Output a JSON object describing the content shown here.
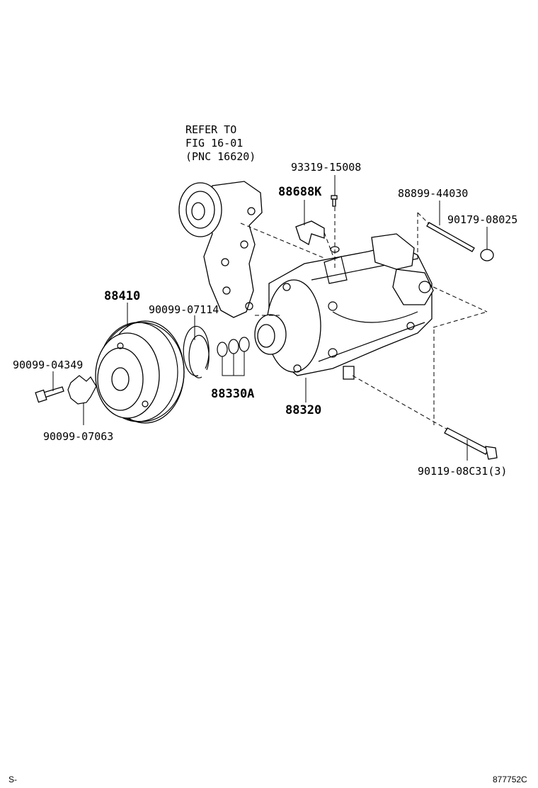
{
  "refer": {
    "line1": "REFER TO",
    "line2": "FIG 16-01",
    "line3": "(PNC 16620)"
  },
  "labels": {
    "p93319": "93319-15008",
    "p88688K": "88688K",
    "p88899": "88899-44030",
    "p90179": "90179-08025",
    "p88410": "88410",
    "p90099_07114": "90099-07114",
    "p90099_04349": "90099-04349",
    "p88330A": "88330A",
    "p88320": "88320",
    "p90099_07063": "90099-07063",
    "p90119": "90119-08C31(3)"
  },
  "footer": {
    "left": "S-",
    "right": "877752C"
  },
  "icons": [
    "tensioner-bracket",
    "compressor",
    "clutch-pulley",
    "snap-ring",
    "o-rings",
    "bolt",
    "stud-bolt",
    "nut",
    "screw",
    "clip",
    "washer"
  ]
}
